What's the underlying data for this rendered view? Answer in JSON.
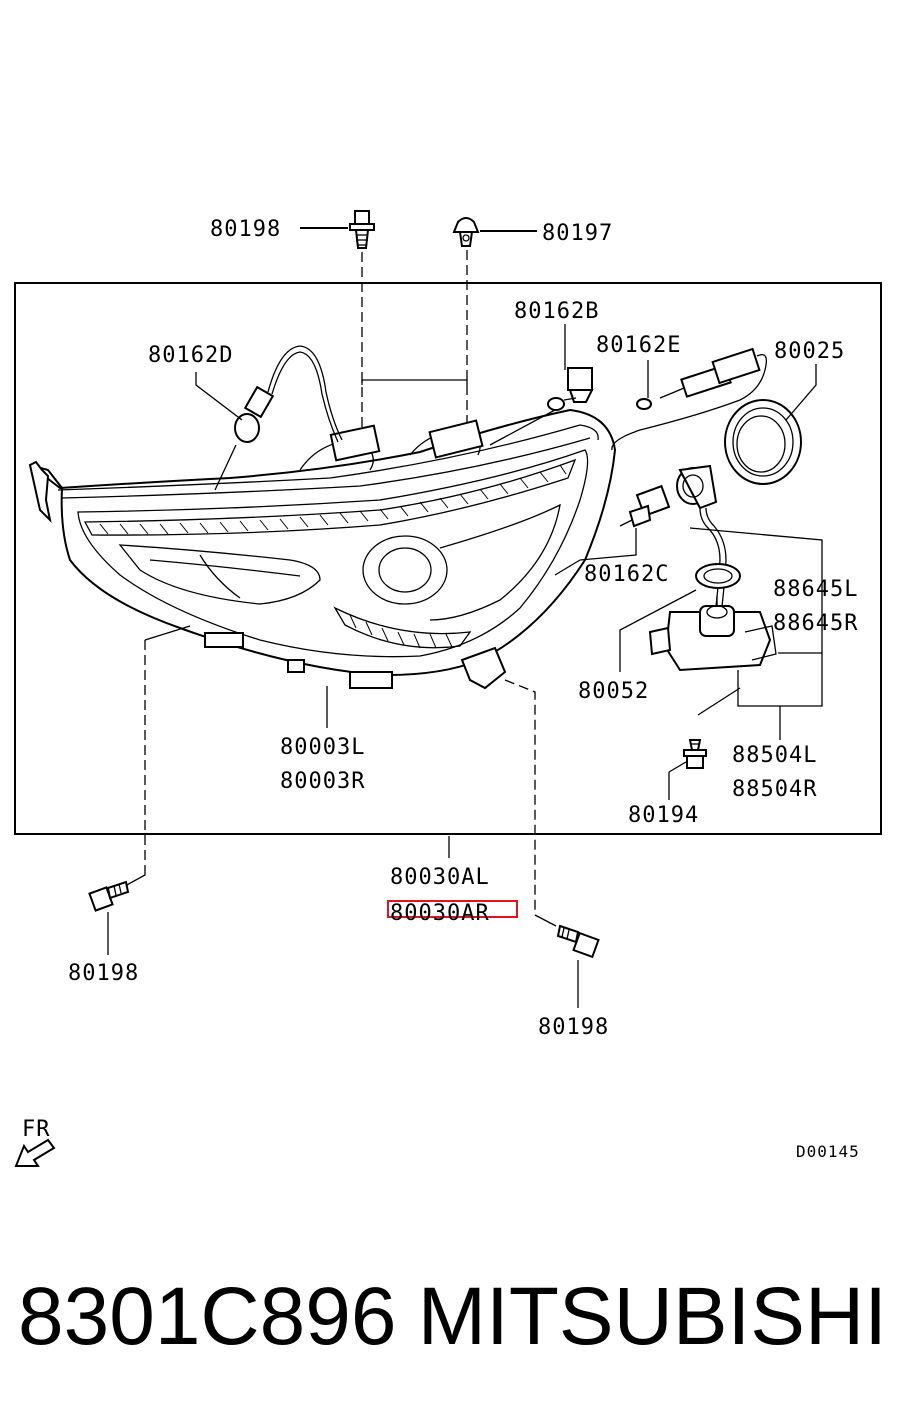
{
  "diagram": {
    "diagram_code": "D00145",
    "orientation_label": "FR",
    "highlight_color": "#e0141e",
    "labels": {
      "bolt_top_left": "80198",
      "clip_top": "80197",
      "bulb_b": "80162B",
      "bulb_d": "80162D",
      "bulb_e": "80162E",
      "cap": "80025",
      "bulb_c": "80162C",
      "ballast_l": "88645L",
      "ballast_r": "88645R",
      "seal": "80052",
      "unit_l": "80003L",
      "unit_r": "80003R",
      "module_l": "88504L",
      "module_r": "88504R",
      "screw": "80194",
      "assembly_l": "80030AL",
      "assembly_r": "80030AR",
      "bolt_bottom_left": "80198",
      "bolt_bottom_right": "80198"
    }
  },
  "footer": {
    "part_number": "8301C896",
    "brand": "MITSUBISHI"
  }
}
